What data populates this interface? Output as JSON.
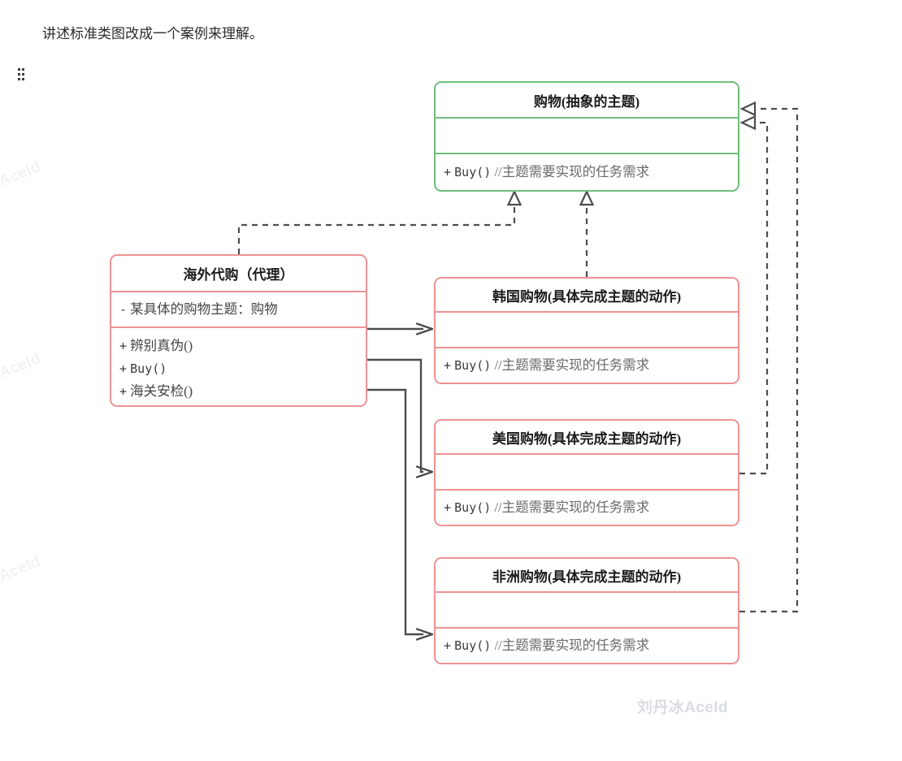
{
  "page": {
    "intro_text": "讲述标准类图改成一个案例来理解。",
    "cut_top_text": "",
    "drag_handle_name": "drag-handle"
  },
  "watermarks": {
    "side_text": "AceId",
    "signature": "刘丹冰AceId"
  },
  "colors": {
    "abstract_border": "#6fbe7d",
    "concrete_border": "#ee9294",
    "connector": "#4d4d4d",
    "text": "#262626",
    "comment": "#6a6a6a"
  },
  "diagram": {
    "type": "uml-class-diagram",
    "classes": [
      {
        "id": "shopping-abstract",
        "role": "abstract-subject",
        "title": "购物(抽象的主题)",
        "style": "green",
        "attributes": [],
        "methods": [
          {
            "visibility": "+",
            "signature": "Buy()",
            "comment": "//主题需要实现的任务需求"
          }
        ]
      },
      {
        "id": "overseas-proxy",
        "role": "proxy",
        "title": "海外代购（代理）",
        "style": "red",
        "attributes": [
          {
            "visibility": "-",
            "signature": "某具体的购物主题：购物",
            "comment": ""
          }
        ],
        "methods": [
          {
            "visibility": "+",
            "signature": "辨别真伪()",
            "comment": ""
          },
          {
            "visibility": "+",
            "signature": "Buy()",
            "comment": ""
          },
          {
            "visibility": "+",
            "signature": "海关安检()",
            "comment": ""
          }
        ]
      },
      {
        "id": "korea-shopping",
        "role": "concrete-subject",
        "title": "韩国购物(具体完成主题的动作)",
        "style": "red",
        "attributes": [],
        "methods": [
          {
            "visibility": "+",
            "signature": "Buy()",
            "comment": "//主题需要实现的任务需求"
          }
        ]
      },
      {
        "id": "usa-shopping",
        "role": "concrete-subject",
        "title": "美国购物(具体完成主题的动作)",
        "style": "red",
        "attributes": [],
        "methods": [
          {
            "visibility": "+",
            "signature": "Buy()",
            "comment": "//主题需要实现的任务需求"
          }
        ]
      },
      {
        "id": "africa-shopping",
        "role": "concrete-subject",
        "title": "非洲购物(具体完成主题的动作)",
        "style": "red",
        "attributes": [],
        "methods": [
          {
            "visibility": "+",
            "signature": "Buy()",
            "comment": "//主题需要实现的任务需求"
          }
        ]
      }
    ],
    "relations": [
      {
        "from": "overseas-proxy",
        "to": "shopping-abstract",
        "kind": "realization",
        "line": "dashed",
        "arrow": "hollow-triangle"
      },
      {
        "from": "korea-shopping",
        "to": "shopping-abstract",
        "kind": "realization",
        "line": "dashed",
        "arrow": "hollow-triangle"
      },
      {
        "from": "usa-shopping",
        "to": "shopping-abstract",
        "kind": "realization",
        "line": "dashed",
        "arrow": "hollow-triangle"
      },
      {
        "from": "africa-shopping",
        "to": "shopping-abstract",
        "kind": "realization",
        "line": "dashed",
        "arrow": "hollow-triangle"
      },
      {
        "from": "overseas-proxy",
        "to": "korea-shopping",
        "kind": "association",
        "line": "solid",
        "arrow": "open"
      },
      {
        "from": "overseas-proxy",
        "to": "usa-shopping",
        "kind": "association",
        "line": "solid",
        "arrow": "open"
      },
      {
        "from": "overseas-proxy",
        "to": "africa-shopping",
        "kind": "association",
        "line": "solid",
        "arrow": "open"
      }
    ]
  }
}
